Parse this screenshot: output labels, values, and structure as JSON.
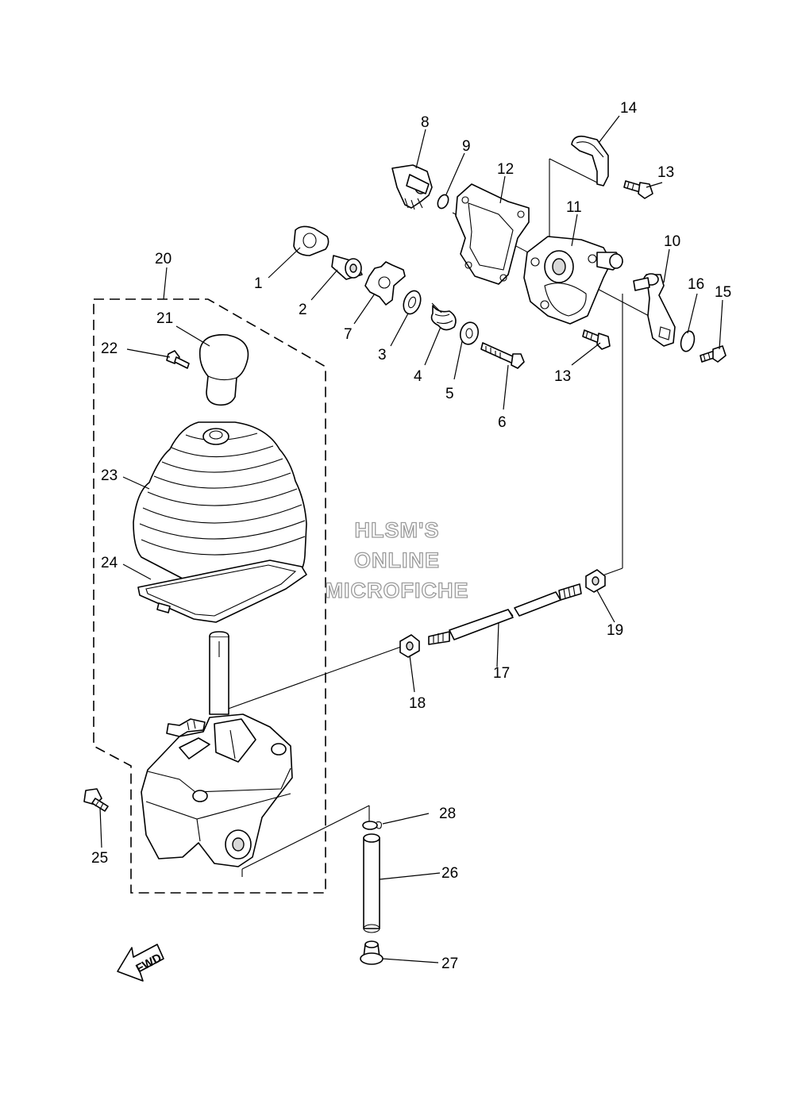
{
  "watermark": {
    "line1": "HLSM'S",
    "line2": "ONLINE",
    "line3": "MICROFICHE"
  },
  "fwd_arrow": {
    "label": "FWD"
  },
  "callouts": [
    {
      "id": "1",
      "text": "1"
    },
    {
      "id": "2",
      "text": "2"
    },
    {
      "id": "3",
      "text": "3"
    },
    {
      "id": "4",
      "text": "4"
    },
    {
      "id": "5",
      "text": "5"
    },
    {
      "id": "6",
      "text": "6"
    },
    {
      "id": "7",
      "text": "7"
    },
    {
      "id": "8",
      "text": "8"
    },
    {
      "id": "9",
      "text": "9"
    },
    {
      "id": "10",
      "text": "10"
    },
    {
      "id": "11",
      "text": "11"
    },
    {
      "id": "12",
      "text": "12"
    },
    {
      "id": "13a",
      "text": "13"
    },
    {
      "id": "13b",
      "text": "13"
    },
    {
      "id": "14",
      "text": "14"
    },
    {
      "id": "15",
      "text": "15"
    },
    {
      "id": "16",
      "text": "16"
    },
    {
      "id": "17",
      "text": "17"
    },
    {
      "id": "18",
      "text": "18"
    },
    {
      "id": "19",
      "text": "19"
    },
    {
      "id": "20",
      "text": "20"
    },
    {
      "id": "21",
      "text": "21"
    },
    {
      "id": "22",
      "text": "22"
    },
    {
      "id": "23",
      "text": "23"
    },
    {
      "id": "24",
      "text": "24"
    },
    {
      "id": "25",
      "text": "25"
    },
    {
      "id": "26",
      "text": "26"
    },
    {
      "id": "27",
      "text": "27"
    },
    {
      "id": "28",
      "text": "28"
    }
  ]
}
